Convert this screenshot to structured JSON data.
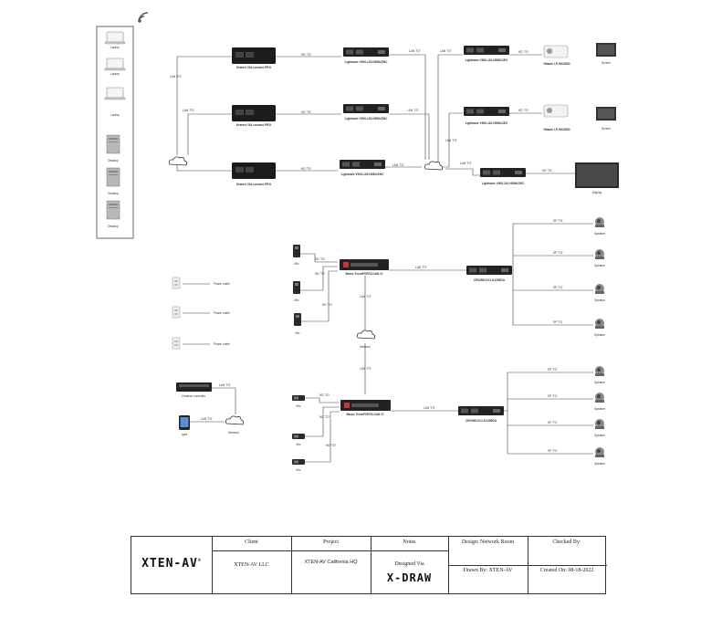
{
  "device_labels": {
    "laptop": "Laptop",
    "desktop": "Desktop",
    "kramer": "Kramer VIA connect PRO",
    "lightware_enc": "Lightware VINX-120-HDMI-ENC",
    "lightware_dec": "Lightware VINX-110-HDMI-DEC",
    "projector": "Hitachi LP-WU3500",
    "screen": "Screen",
    "display": "Display",
    "barco": "Barco TecraPORTA DAN CI",
    "crown": "CROWN DCi 4/1250DA",
    "speaker": "Speaker",
    "mic": "Mic",
    "power": "Power outlet",
    "network": "Network",
    "ipad": "Ipad",
    "controller": "Crestron controller"
  },
  "link_labels": {
    "lan": "LAN 'TO'",
    "hdmi": "HD 'TO'",
    "spk": "SP 'TO'"
  },
  "title_block": {
    "logo": "XTEN-AV",
    "logo_mark": "®",
    "client_header": "Client",
    "client_value": "XTEN-AV LLC",
    "project_header": "Project",
    "project_value": "XTEN-AV California HQ",
    "notes_header": "Notes",
    "designed_via": "Designed Via",
    "xdraw": "X-DRAW",
    "design": "Design: Network Room",
    "drawn_by": "Drawn By: XTEN-AV",
    "checked_by": "Checked By:",
    "created_on": "Created On: 08-18-2022"
  }
}
